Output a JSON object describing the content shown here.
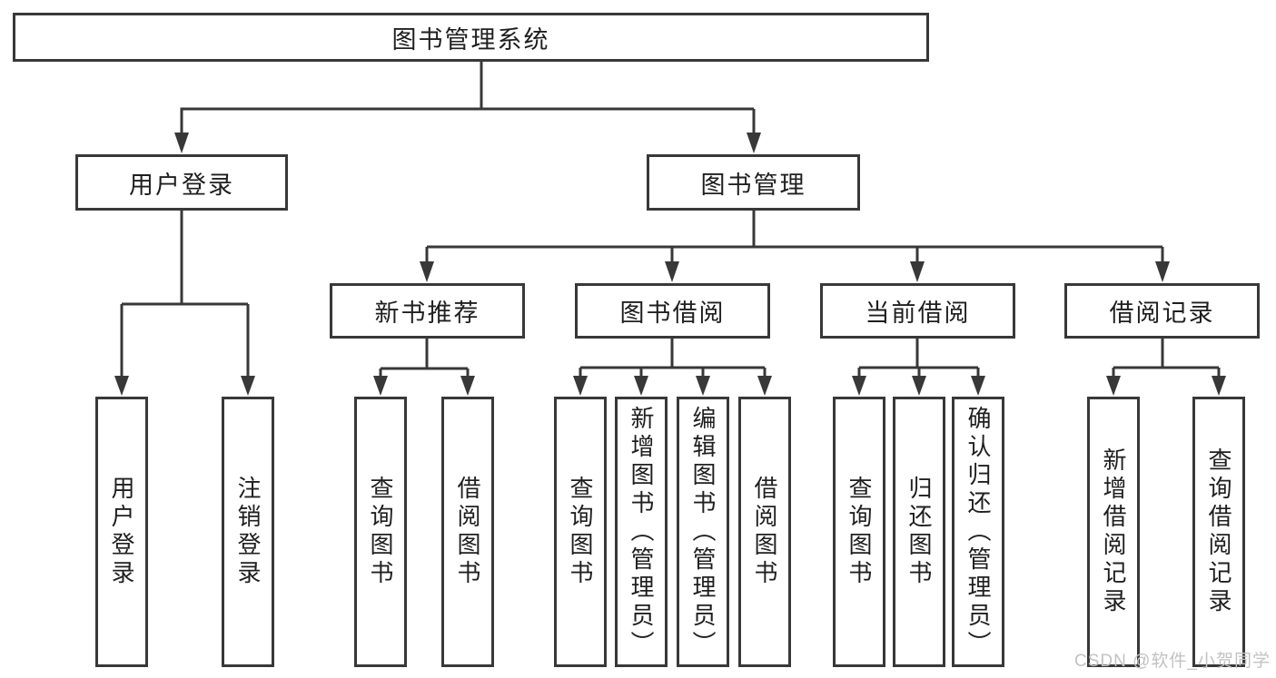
{
  "diagram": {
    "root": {
      "label": "图书管理系统"
    },
    "branches": [
      {
        "label": "用户登录",
        "children": [
          {
            "label": "用户登录"
          },
          {
            "label": "注销登录"
          }
        ]
      },
      {
        "label": "图书管理",
        "children": [
          {
            "label": "新书推荐",
            "children": [
              {
                "label": "查询图书"
              },
              {
                "label": "借阅图书"
              }
            ]
          },
          {
            "label": "图书借阅",
            "children": [
              {
                "label": "查询图书"
              },
              {
                "label": "新增图书（管理员）"
              },
              {
                "label": "编辑图书（管理员）"
              },
              {
                "label": "借阅图书"
              }
            ]
          },
          {
            "label": "当前借阅",
            "children": [
              {
                "label": "查询图书"
              },
              {
                "label": "归还图书"
              },
              {
                "label": "确认归还（管理员）"
              }
            ]
          },
          {
            "label": "借阅记录",
            "children": [
              {
                "label": "新增借阅记录"
              },
              {
                "label": "查询借阅记录"
              }
            ]
          }
        ]
      }
    ]
  },
  "watermark": {
    "text": "CSDN @软件_小贺同学"
  },
  "colors": {
    "line": "#383838",
    "border": "#383838",
    "text": "#1f1f1f",
    "watermark": "#c2c2c2",
    "background": "#ffffff"
  }
}
